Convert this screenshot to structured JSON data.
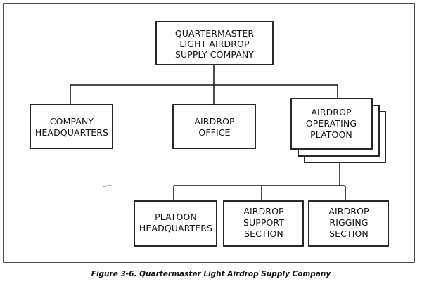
{
  "diagram": {
    "nodes": {
      "root": [
        "QUARTERMASTER",
        "LIGHT AIRDROP",
        "SUPPLY COMPANY"
      ],
      "company_hq": [
        "COMPANY",
        "HEADQUARTERS"
      ],
      "airdrop_office": [
        "AIRDROP",
        "OFFICE"
      ],
      "operating_platoon": [
        "AIRDROP",
        "OPERATING",
        "PLATOON"
      ],
      "platoon_hq": [
        "PLATOON",
        "HEADQUARTERS"
      ],
      "support_section": [
        "AIRDROP",
        "SUPPORT",
        "SECTION"
      ],
      "rigging_section": [
        "AIRDROP",
        "RIGGING",
        "SECTION"
      ]
    },
    "caption": "Figure 3-6.  Quartermaster Light Airdrop Supply Company"
  }
}
